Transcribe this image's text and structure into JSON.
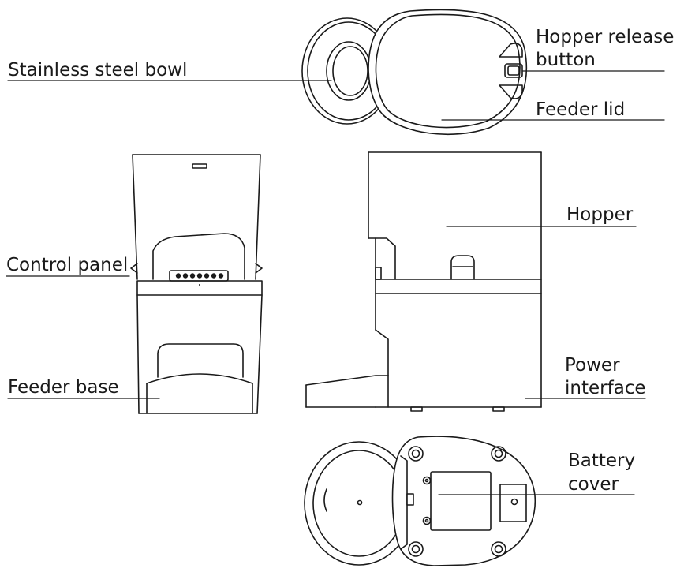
{
  "labels": {
    "stainless_steel_bowl": "Stainless steel bowl",
    "hopper_release_button_line1": "Hopper release",
    "hopper_release_button_line2": "button",
    "feeder_lid": "Feeder lid",
    "control_panel": "Control panel",
    "hopper": "Hopper",
    "feeder_base": "Feeder base",
    "power_interface_line1": "Power",
    "power_interface_line2": "interface",
    "battery_cover_line1": "Battery",
    "battery_cover_line2": "cover"
  },
  "colors": {
    "stroke": "#1a1a1a",
    "background": "#ffffff"
  }
}
